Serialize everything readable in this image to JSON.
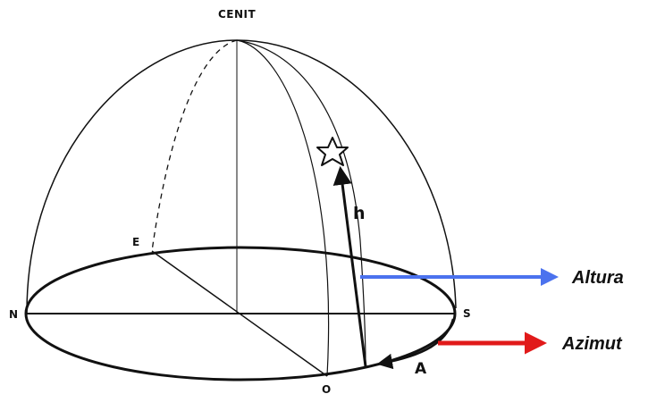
{
  "diagram": {
    "labels": {
      "zenith": "CENIT",
      "north": "N",
      "south": "S",
      "east": "E",
      "west": "O",
      "altitude_symbol": "h",
      "azimuth_symbol": "A"
    },
    "legend": {
      "altitude": "Altura",
      "azimuth": "Azimut"
    },
    "colors": {
      "altitude_arrow": "#4b72ee",
      "azimuth_arrow": "#e11a1a",
      "line": "#111111"
    },
    "icons": {
      "star": "star-icon"
    }
  }
}
